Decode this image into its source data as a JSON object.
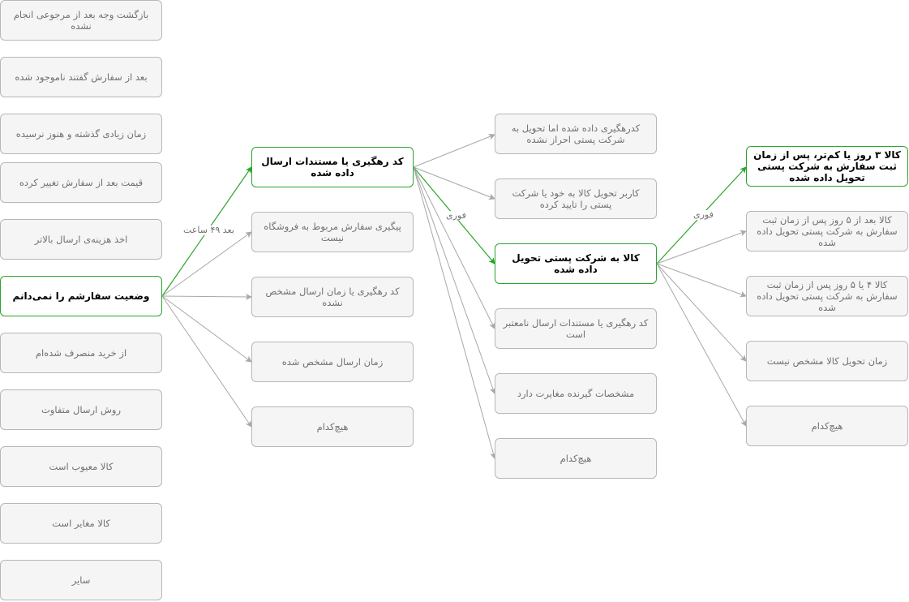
{
  "col1": {
    "items": [
      "بازگشت وجه بعد از مرجوعی انجام نشده",
      "بعد از سفارش گفتند ناموجود شده",
      "زمان زیادی گذشته و هنوز نرسیده",
      "قیمت بعد از سفارش تغییر کرده",
      "اخذ هزینه‌ی ارسال بالاتر",
      "وضعیت سفارشم را نمی‌دانم",
      "از خرید منصرف شده‌ام",
      "روش ارسال متفاوت",
      "کالا معیوب است",
      "کالا مغایر است",
      "سایر"
    ]
  },
  "col2": {
    "items": [
      "کد رهگیری یا مستندات ارسال داده شده",
      "پیگیری سفارش مربوط به فروشگاه نیست",
      "کد رهگیری یا زمان ارسال مشخص نشده",
      "زمان ارسال مشخص شده",
      "هیچ‌کدام"
    ]
  },
  "col3": {
    "items": [
      "کدرهگیری داده شده اما تحویل به شرکت پستی احراز نشده",
      "کاربر تحویل کالا به خود یا شرکت پستی را تایید کرده",
      "کالا به شرکت پستی تحویل داده شده",
      "کد رهگیری یا مستندات ارسال نامعتبر است",
      "مشخصات گیرنده مغایرت دارد",
      "هیچ‌کدام"
    ]
  },
  "col4": {
    "items": [
      "کالا ۳ روز یا کم‌تر، پس از زمان ثبت سفارش به شرکت پستی تحویل داده شده",
      "کالا بعد از ۵ روز پس از زمان ثبت سفارش به شرکت پستی تحویل داده شده",
      "کالا ۴ یا ۵ روز پس از زمان ثبت سفارش به شرکت پستی تحویل داده شده",
      "زمان تحویل کالا مشخص نیست",
      "هیچ‌کدام"
    ]
  },
  "edge_labels": {
    "after_48h": "بعد ۴۹ ساعت",
    "immediate_1": "فوری",
    "immediate_2": "فوری"
  },
  "colors": {
    "highlight": "#2aa52a",
    "gray_edge": "#a8a8a8",
    "node_fill": "#f5f5f5",
    "node_border": "#b7b7b7"
  }
}
